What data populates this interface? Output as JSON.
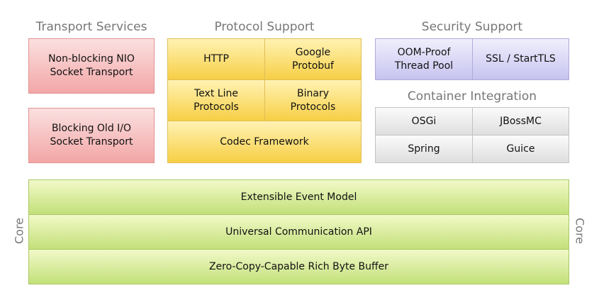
{
  "sections": {
    "transport": {
      "title": "Transport Services",
      "items": [
        "Non-blocking NIO\nSocket Transport",
        "Blocking Old I/O\nSocket Transport"
      ]
    },
    "protocol": {
      "title": "Protocol Support",
      "items": [
        "HTTP",
        "Google\nProtobuf",
        "Text Line\nProtocols",
        "Binary\nProtocols",
        "Codec Framework"
      ]
    },
    "security": {
      "title": "Security Support",
      "items": [
        "OOM-Proof\nThread Pool",
        "SSL / StartTLS"
      ]
    },
    "container": {
      "title": "Container Integration",
      "items": [
        "OSGi",
        "JBossMC",
        "Spring",
        "Guice"
      ]
    }
  },
  "core": {
    "label": "Core",
    "layers": [
      "Extensible Event Model",
      "Universal Communication API",
      "Zero-Copy-Capable Rich Byte Buffer"
    ]
  },
  "colors": {
    "transport": "#f3a6a6",
    "protocol": "#f7cf45",
    "security": "#c7c3f0",
    "container": "#dedede",
    "core": "#c3e07a"
  }
}
